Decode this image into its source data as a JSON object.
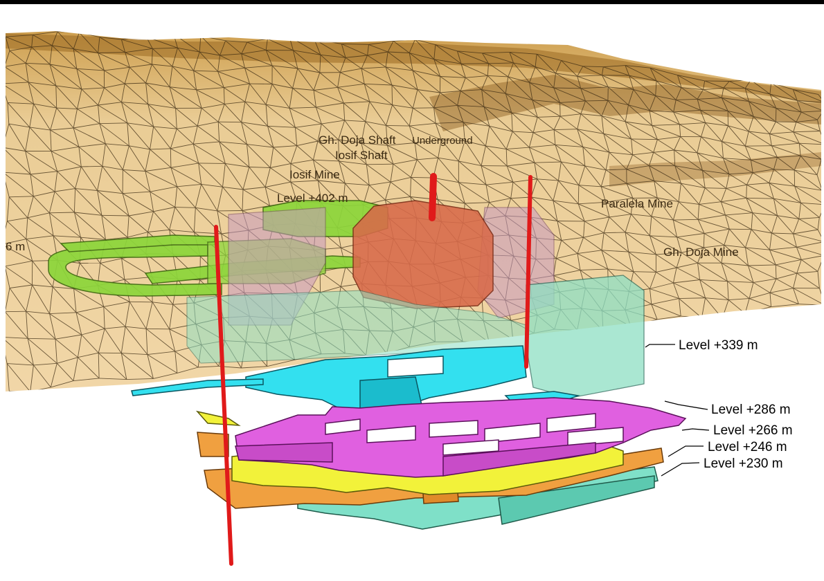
{
  "colors": {
    "terrain": "#e6c283",
    "terrain_dark": "#b07c2c",
    "mesh": "#3b2a12",
    "cyan": "#33e0ef",
    "teal": "#7fe0c8",
    "magenta": "#e060e0",
    "yellow": "#f2f23a",
    "orange": "#f0a040",
    "green": "#8cd63a",
    "shaft": "#e01a1a",
    "orebody": "#d86a4a"
  },
  "terrain_labels": [
    {
      "id": "gh-doja-shaft",
      "text": "Gh. Doja Shaft"
    },
    {
      "id": "underground",
      "text": "Underground"
    },
    {
      "id": "iosif-shaft",
      "text": "Iosif Shaft"
    },
    {
      "id": "iosif-mine",
      "text": "Iosif Mine"
    },
    {
      "id": "level-402",
      "text": "Level +402 m"
    },
    {
      "id": "paralela-mine",
      "text": "Paralela Mine"
    },
    {
      "id": "gh-doja-mine",
      "text": "Gh. Doja Mine"
    },
    {
      "id": "partial-m",
      "text": "6 m"
    }
  ],
  "level_labels": [
    {
      "id": "level-339",
      "text": "Level +339 m"
    },
    {
      "id": "level-286",
      "text": "Level +286 m"
    },
    {
      "id": "level-266",
      "text": "Level +266 m"
    },
    {
      "id": "level-246",
      "text": "Level +246 m"
    },
    {
      "id": "level-230",
      "text": "Level +230 m"
    }
  ]
}
